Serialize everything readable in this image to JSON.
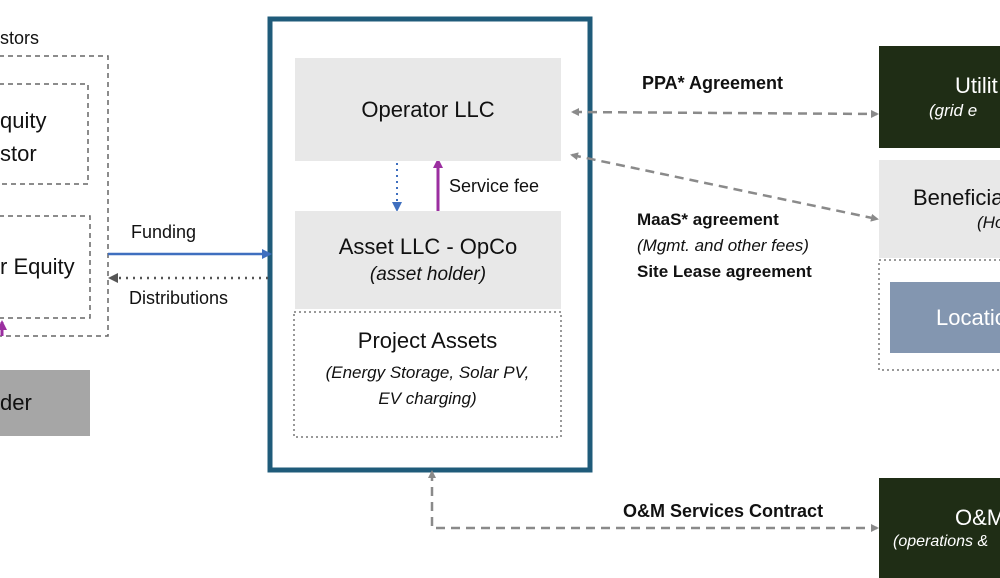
{
  "left": {
    "investors_label": "stors",
    "equity_investor_line1": "quity",
    "equity_investor_line2": "stor",
    "tax_equity": "r Equity",
    "holder": "der",
    "funding": "Funding",
    "distributions": "Distributions"
  },
  "center": {
    "operator": "Operator LLC",
    "service_fee": "Service fee",
    "asset_llc": "Asset LLC - OpCo",
    "asset_holder": "(asset holder)",
    "project_assets": "Project Assets",
    "project_assets_detail": "(Energy Storage, Solar PV, EV charging)"
  },
  "middle_labels": {
    "ppa": "PPA* Agreement",
    "maas": "MaaS* agreement",
    "maas_fees": "(Mgmt. and other fees)",
    "site_lease": "Site Lease agreement",
    "om_contract": "O&M Services Contract"
  },
  "right": {
    "utility": "Utilit",
    "utility_sub": "(grid e",
    "beneficiary": "Beneficia",
    "beneficiary_sub": "(Ho",
    "location": "Locatio",
    "om": "O&M",
    "om_sub": "(operations &"
  },
  "colors": {
    "frame": "#1f5b7a",
    "dark_box": "#1f2d15",
    "gray_box": "#e8e8e8",
    "location_box": "#8396b0",
    "holder_box": "#a6a6a6",
    "funding_arrow": "#3f6fbf",
    "service_arrow": "#9b2fa0",
    "dashed_arrow": "#8a8a8a"
  }
}
